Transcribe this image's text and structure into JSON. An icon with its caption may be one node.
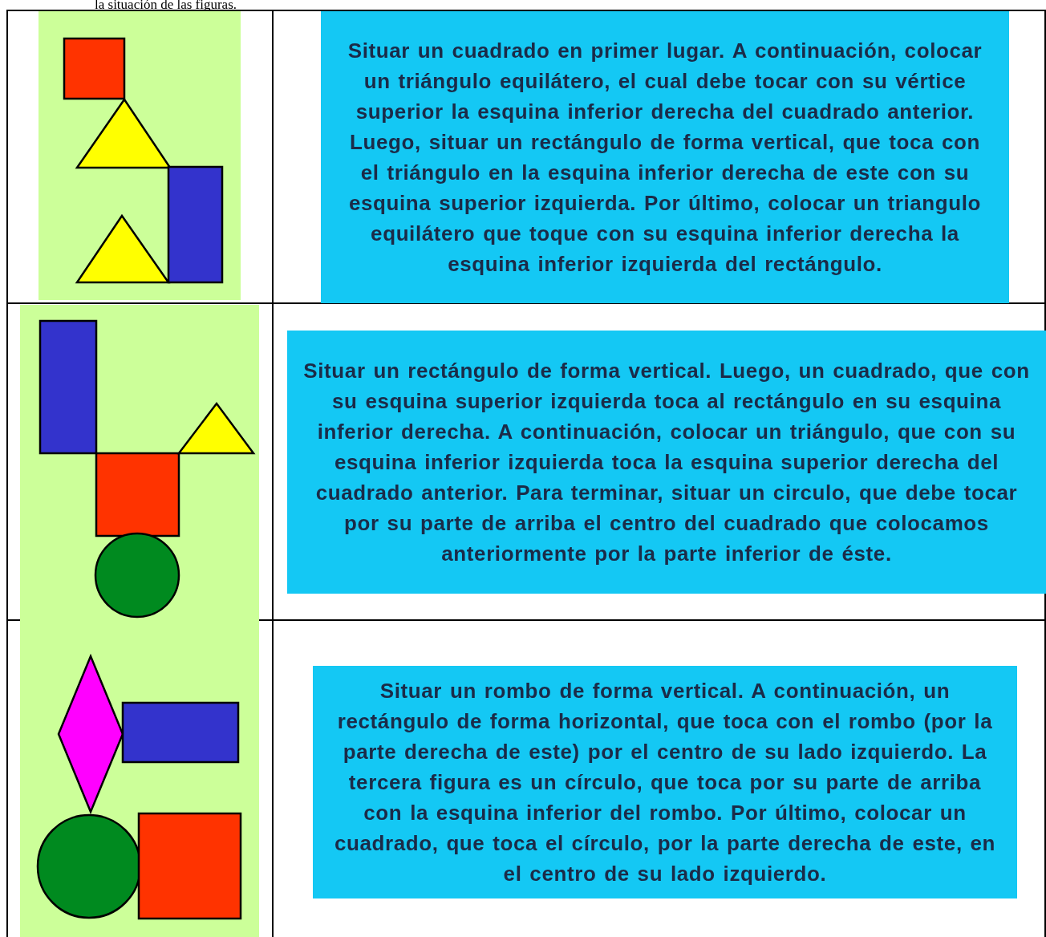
{
  "diagram": {
    "labels": [
      "la situación de las figuras.",
      "Situar un cuadrado en primer lugar. A continuación, colocar un triángulo equilátero, el cual debe tocar con su vértice superior la esquina inferior derecha del cuadrado anterior. Luego, situar un rectángulo de forma vertical, que toca con el triángulo en la esquina inferior derecha de este con su esquina superior izquierda. Por último, colocar un triangulo equilátero que toque con su esquina inferior derecha la esquina inferior izquierda del rectángulo.",
      "Situar un rectángulo de forma vertical. Luego, un cuadrado, que con su esquina superior izquierda toca al rectángulo en su esquina inferior derecha. A continuación, colocar un triángulo, que con su esquina inferior izquierda toca la esquina superior derecha del cuadrado anterior. Para terminar, situar un circulo, que debe tocar por su parte de arriba el centro del cuadrado que colocamos anteriormente por la parte inferior de éste.",
      "Situar un rombo de forma vertical. A continuación, un rectángulo de forma horizontal, que toca con el rombo (por la parte derecha de este) por el centro de su lado izquierdo. La tercera figura es un círculo, que toca por su parte de arriba con la esquina inferior del rombo. Por último, colocar un cuadrado, que toca el círculo, por la parte derecha de este, en el centro de su lado izquierdo."
    ]
  }
}
